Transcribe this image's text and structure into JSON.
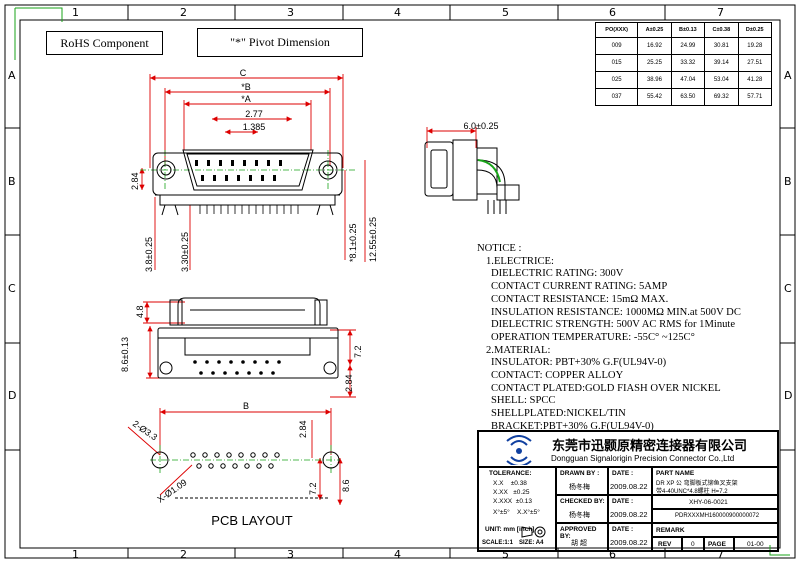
{
  "frame": {
    "cols_top": [
      "1",
      "2",
      "3",
      "4",
      "5",
      "6",
      "7"
    ],
    "cols_bottom": [
      "1",
      "2",
      "3",
      "4",
      "5",
      "6",
      "7"
    ],
    "rows_left": [
      "A",
      "B",
      "C",
      "D"
    ],
    "rows_right": [
      "A",
      "B",
      "C",
      "D"
    ]
  },
  "header": {
    "rohs": "RoHS  Component",
    "pivot": "\"*\" Pivot Dimension"
  },
  "dim_table": {
    "headers": [
      "PO(XXX)",
      "A±0.25",
      "B±0.13",
      "C±0.38",
      "D±0.25"
    ],
    "rows": [
      [
        "009",
        "16.92",
        "24.99",
        "30.81",
        "19.28"
      ],
      [
        "015",
        "25.25",
        "33.32",
        "39.14",
        "27.51"
      ],
      [
        "025",
        "38.96",
        "47.04",
        "53.04",
        "41.28"
      ],
      [
        "037",
        "55.42",
        "63.50",
        "69.32",
        "57.71"
      ]
    ]
  },
  "dims": {
    "C": "C",
    "starB": "*B",
    "starA": "*A",
    "d277": "2.77",
    "d1385": "1.385",
    "d284a": "2.84",
    "d38": "3.8±0.25",
    "d330": "3.30±0.25",
    "d81": "*8.1±0.25",
    "d1255": "12.55±0.25",
    "side60": "6.0±0.25",
    "f48": "4.8",
    "f86": "8.6±0.13",
    "f72": "7.2",
    "f284": "2.84",
    "pB": "B",
    "p284": "2.84",
    "p72": "7.2",
    "p86": "8.6",
    "p33": "2-Ø3.3",
    "p109": "X-Ø1.09",
    "pcb": "PCB  LAYOUT"
  },
  "notes": {
    "title": "NOTICE :",
    "s1": "1.ELECTRICE:",
    "l1": "DIELECTRIC RATING: 300V",
    "l2": "CONTACT CURRENT RATING: 5AMP",
    "l3": "CONTACT RESISTANCE: 15mΩ  MAX.",
    "l4": "INSULATION RESISTANCE: 1000MΩ  MIN.at 500V DC",
    "l5": "DIELECTRIC STRENGTH: 500V AC RMS for 1Minute",
    "l6": "OPERATION TEMPERATURE: -55C° ~125C°",
    "s2": "2.MATERIAL:",
    "m1": "INSULATOR: PBT+30% G.F(UL94V-0)",
    "m2": "CONTACT: COPPER ALLOY",
    "m3": "CONTACT PLATED:GOLD FIASH OVER NICKEL",
    "m4": "SHELL: SPCC",
    "m5": "SHELLPLATED:NICKEL/TIN",
    "m6": "BRACKET:PBT+30% G.F(UL94V-0)"
  },
  "title_block": {
    "company_cn": "东莞市迅颢原精密连接器有限公司",
    "company_en": "Dongguan Signalorigin Precision Connector Co.,Ltd",
    "tol_label": "TOLERANCE:",
    "tol1": "X.X    ±0.38",
    "tol2": "X.XX   ±0.25",
    "tol3": "X.XXX  ±0.13",
    "tol4": "X°±5°    X.X°±5°",
    "unit": "UNIT: mm [inch]",
    "scale": "SCALE:1:1",
    "size": "SIZE: A4",
    "drawn_by": "DRAWN BY :",
    "checked_by": "CHECKED BY:",
    "approved_by": "APPROVED BY:",
    "date_lbl": "DATE :",
    "drawn_name": "杨冬梅",
    "checked_name": "杨冬梅",
    "approved_name": "胡 超",
    "d1": "2009.08.22",
    "d2": "2009.08.22",
    "d3": "2009.08.22",
    "part_name_lbl": "PART NAME",
    "part_name1": "DR XP 公 弯脚板式铆鱼叉支架",
    "part_name2": "带4-40UNC*4.8螺柱 H=7.2",
    "dwg_no": "XHY-06-0021",
    "part_no": "PDRXXXMH160000900000072",
    "remark": "REMARK",
    "rev": "REV",
    "page": "PAGE",
    "rev_val": "0",
    "page_val": "01-00"
  }
}
